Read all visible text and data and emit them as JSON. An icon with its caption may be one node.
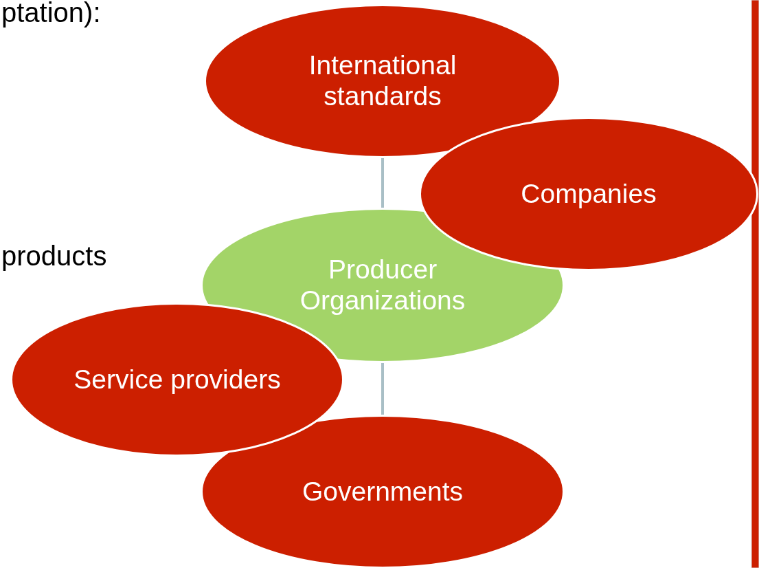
{
  "diagram": {
    "nodes": [
      {
        "text": [
          "International standards"
        ]
      },
      {
        "text": [
          "Companies"
        ]
      },
      {
        "text": [
          "Producer Organizations"
        ]
      },
      {
        "text": [
          "Service providers"
        ]
      },
      {
        "text": [
          "Governments"
        ]
      }
    ],
    "edges": [
      {
        "from": 0,
        "to": 2,
        "arrow": "none"
      },
      {
        "from": 2,
        "to": 4,
        "arrow": "none"
      }
    ],
    "labels": [
      "ptation):",
      "products"
    ]
  }
}
